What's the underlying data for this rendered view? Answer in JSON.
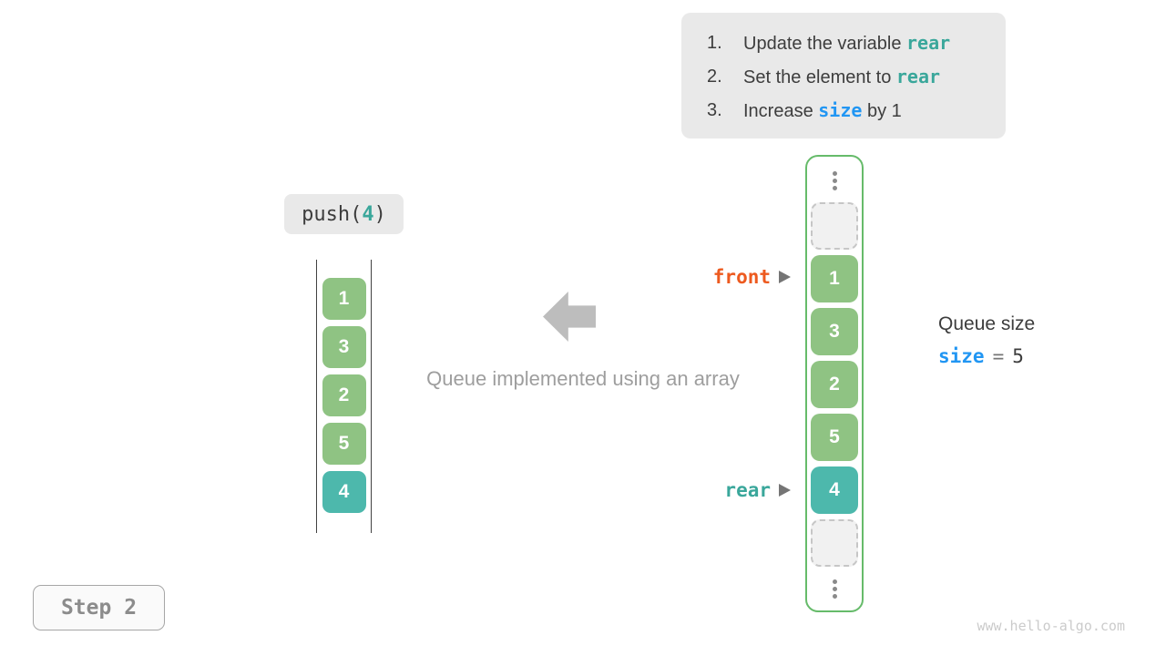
{
  "colors": {
    "cell_green": "#8fc383",
    "cell_teal": "#4db8ac",
    "array_border": "#66bb6a",
    "front_label": "#ed5a1f",
    "rear_label": "#3aa79b",
    "code_teal": "#3aa79b",
    "code_blue": "#2196f3",
    "panel_bg": "#e9e9e9",
    "text_dark": "#3d3d3d",
    "muted_gray": "#9e9e9e",
    "arrow_gray": "#bdbdbd"
  },
  "instructions": {
    "items": [
      {
        "num": "1.",
        "segments": [
          {
            "text": "Update the variable ",
            "style": "plain"
          },
          {
            "text": "rear",
            "style": "code-teal"
          }
        ]
      },
      {
        "num": "2.",
        "segments": [
          {
            "text": "Set the element to ",
            "style": "plain"
          },
          {
            "text": "rear",
            "style": "code-teal"
          }
        ]
      },
      {
        "num": "3.",
        "segments": [
          {
            "text": "Increase ",
            "style": "plain"
          },
          {
            "text": "size",
            "style": "code-blue"
          },
          {
            "text": " by 1",
            "style": "plain"
          }
        ]
      }
    ]
  },
  "push_call": {
    "prefix": "push(",
    "arg": "4",
    "suffix": ")"
  },
  "left_stack": {
    "values": [
      "1",
      "3",
      "2",
      "5",
      "4"
    ],
    "highlight_index": 4
  },
  "caption": "Queue implemented using an array",
  "array": {
    "cells": [
      {
        "kind": "dots"
      },
      {
        "kind": "empty"
      },
      {
        "kind": "filled",
        "value": "1"
      },
      {
        "kind": "filled",
        "value": "3"
      },
      {
        "kind": "filled",
        "value": "2"
      },
      {
        "kind": "filled",
        "value": "5"
      },
      {
        "kind": "filled",
        "value": "4",
        "highlight": true
      },
      {
        "kind": "empty"
      },
      {
        "kind": "dots"
      }
    ]
  },
  "pointers": {
    "front": {
      "label": "front"
    },
    "rear": {
      "label": "rear"
    }
  },
  "queue_size": {
    "title": "Queue size",
    "variable": "size",
    "equals": "=",
    "value": "5"
  },
  "step": {
    "label": "Step 2"
  },
  "watermark": "www.hello-algo.com"
}
